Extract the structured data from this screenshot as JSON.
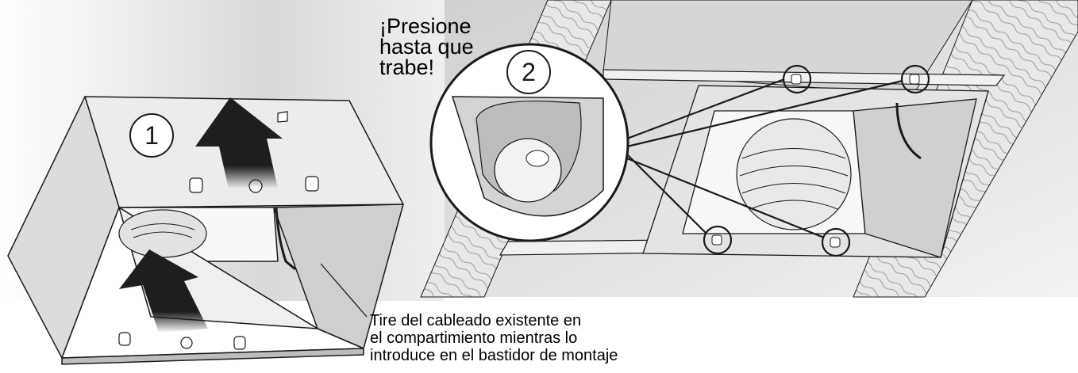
{
  "steps": [
    {
      "number": "1"
    },
    {
      "number": "2",
      "note_lines": [
        "¡Presione",
        "hasta que",
        "trabe!"
      ]
    }
  ],
  "caption_lines": [
    "Tire del cableado existente en",
    "el compartimiento mientras lo",
    "introduce en el bastidor de montaje"
  ],
  "icons": [
    "push-arrow-icon",
    "magnifier-circle-icon",
    "latch-tab-icon"
  ],
  "colors": {
    "line": "#1a1a1a",
    "metal_light": "#e6e6e6",
    "metal_mid": "#cfcfcf",
    "arrow": "#1e1e1e",
    "wood": "#d9d9d9"
  }
}
